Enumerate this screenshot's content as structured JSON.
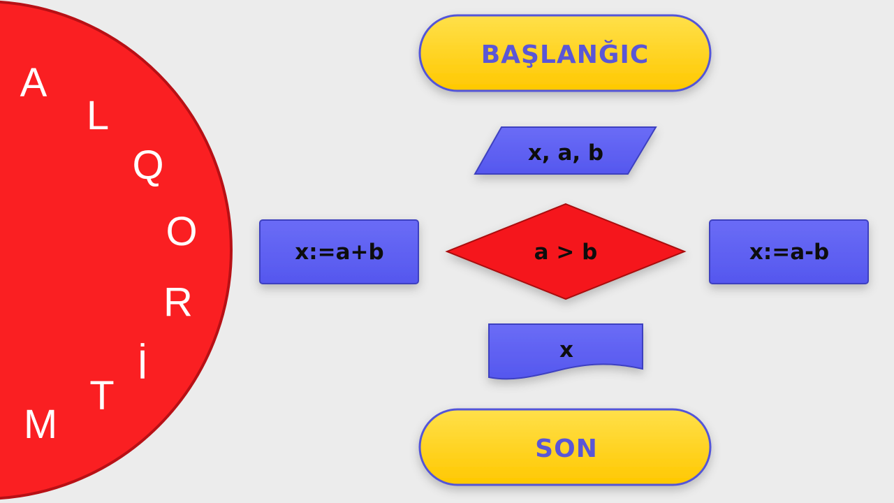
{
  "circle": {
    "letters": [
      "A",
      "L",
      "Q",
      "O",
      "R",
      "İ",
      "T",
      "M"
    ]
  },
  "flowchart": {
    "start_label": "BAŞLANĞIC",
    "input_label": "x, a, b",
    "decision_label": "a > b",
    "left_process_label": "x:=a+b",
    "right_process_label": "x:=a-b",
    "output_label": "x",
    "end_label": "SON"
  },
  "colors": {
    "background": "#ececec",
    "circle_red": "#fa1f22",
    "terminal_yellow": "#ffd000",
    "shape_blue": "#5d5ff2",
    "terminal_text": "#5a56d6",
    "decision_red": "#f5141a"
  }
}
